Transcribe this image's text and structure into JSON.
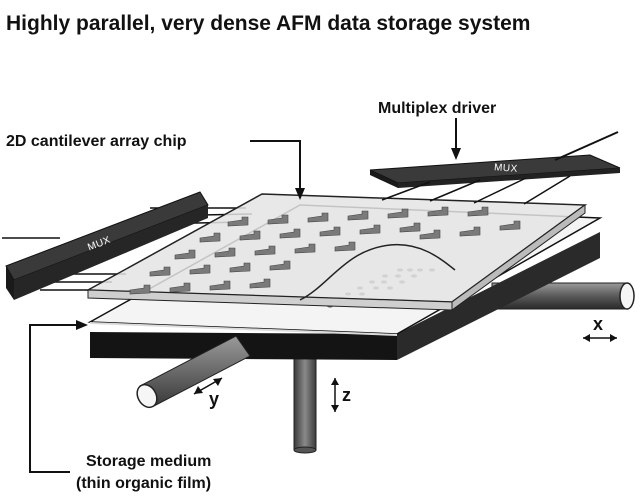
{
  "title": "Highly parallel, very dense AFM  data storage system",
  "labels": {
    "multiplex_driver": "Multiplex driver",
    "cantilever_chip": "2D cantilever array chip",
    "storage_medium_line1": "Storage medium",
    "storage_medium_line2": "(thin organic film)",
    "mux_left": "MUX",
    "mux_top": "MUX",
    "axis_x": "x",
    "axis_y": "y",
    "axis_z": "z"
  },
  "colors": {
    "mux_block": "#3a3a3a",
    "chip_fill": "#e4e4e4",
    "medium_top": "#f4f4f4",
    "medium_base": "#141414",
    "rod": "#6e6e6e",
    "cantilever": "#7a7a7a"
  }
}
